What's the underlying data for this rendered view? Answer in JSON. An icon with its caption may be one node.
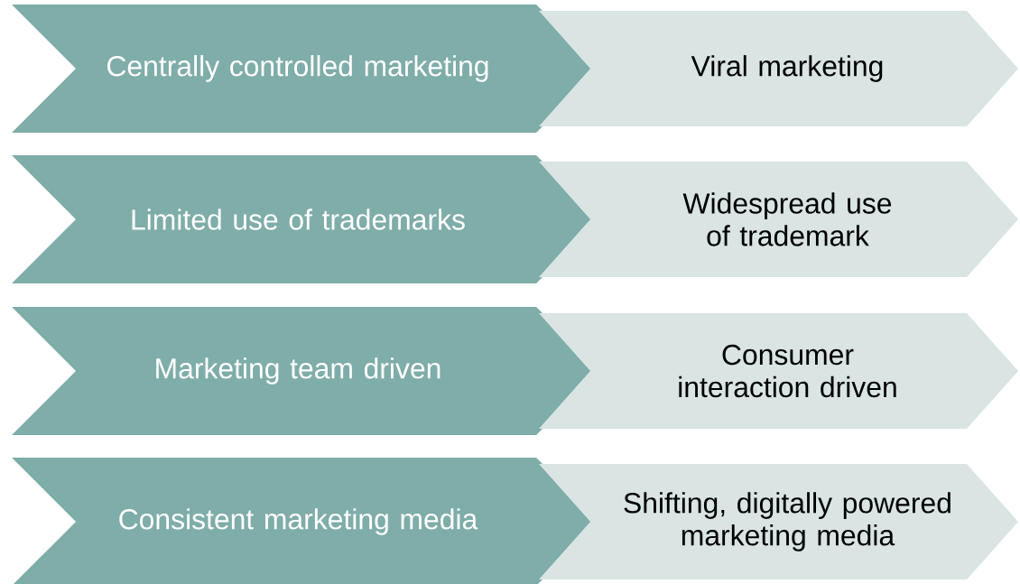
{
  "diagram": {
    "nodes": [
      {
        "text": [
          "Centrally controlled marketing"
        ]
      },
      {
        "text": [
          "Viral marketing"
        ]
      },
      {
        "text": [
          "Limited use of trademarks"
        ]
      },
      {
        "text": [
          "Widespread use of trademark"
        ]
      },
      {
        "text": [
          "Marketing team driven"
        ]
      },
      {
        "text": [
          "Consumer interaction driven"
        ]
      },
      {
        "text": [
          "Consistent marketing media"
        ]
      },
      {
        "text": [
          "Shifting, digitally powered marketing media"
        ]
      }
    ]
  }
}
